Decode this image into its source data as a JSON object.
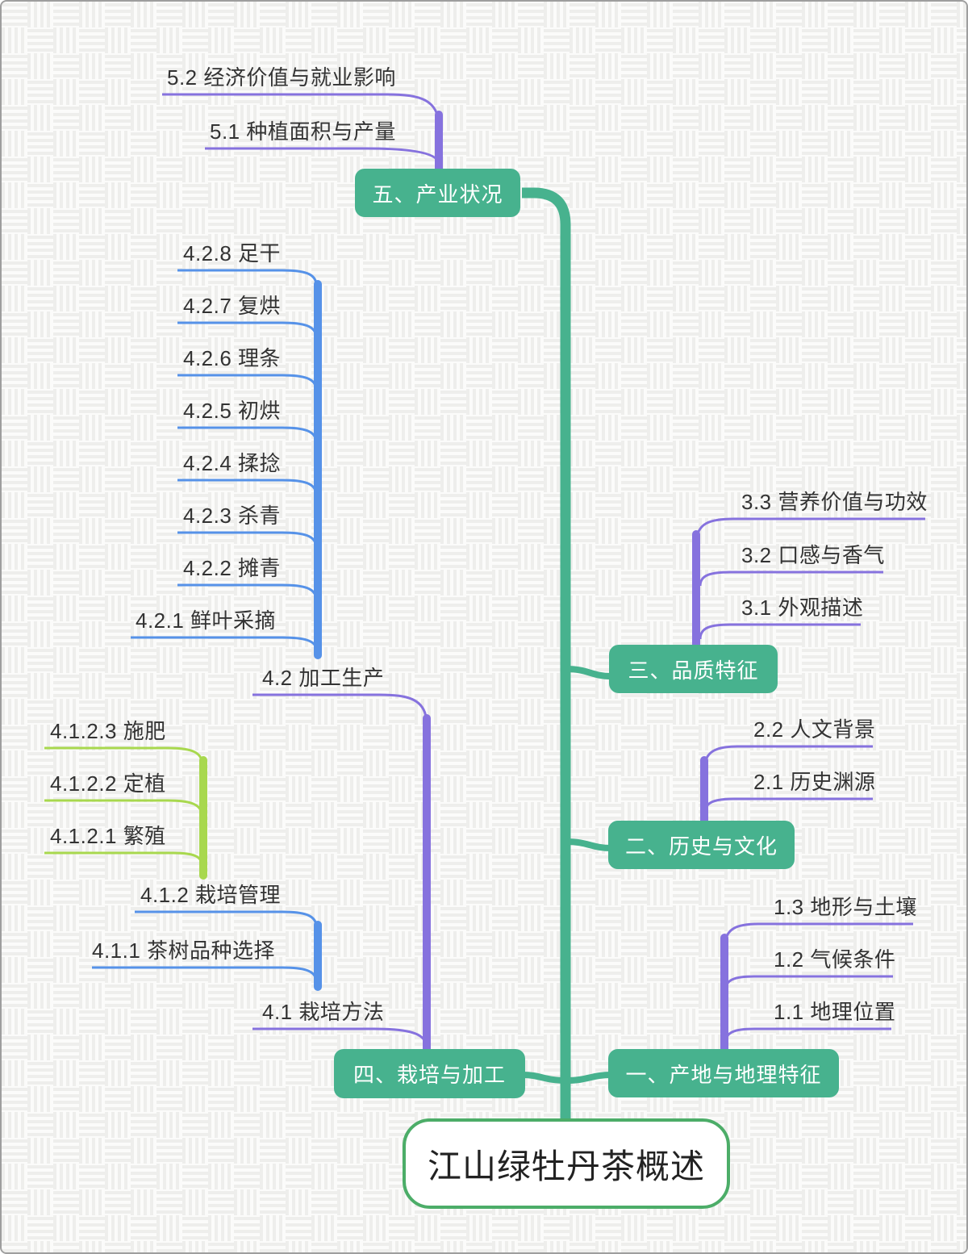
{
  "colors": {
    "node_green": "#47b28e",
    "root_border": "#4cad68",
    "purple": "#8672de",
    "blue": "#5692e8",
    "lime": "#a8d84e",
    "text": "#333333",
    "node_text": "#ffffff",
    "canvas_bg": "#fbfbfa",
    "pattern": "#eeeeec",
    "frame_border": "#9e9e9e"
  },
  "root": {
    "label": "江山绿牡丹茶概述"
  },
  "branches": [
    {
      "label": "五、产业状况",
      "children": [
        {
          "label": "5.2 经济价值与就业影响"
        },
        {
          "label": "5.1 种植面积与产量"
        }
      ]
    },
    {
      "label": "三、品质特征",
      "children": [
        {
          "label": "3.3 营养价值与功效"
        },
        {
          "label": "3.2 口感与香气"
        },
        {
          "label": "3.1 外观描述"
        }
      ]
    },
    {
      "label": "二、历史与文化",
      "children": [
        {
          "label": "2.2 人文背景"
        },
        {
          "label": "2.1 历史渊源"
        }
      ]
    },
    {
      "label": "四、栽培与加工",
      "children": [
        {
          "label": "4.2 加工生产",
          "children": [
            {
              "label": "4.2.8 足干"
            },
            {
              "label": "4.2.7 复烘"
            },
            {
              "label": "4.2.6 理条"
            },
            {
              "label": "4.2.5 初烘"
            },
            {
              "label": "4.2.4 揉捻"
            },
            {
              "label": "4.2.3 杀青"
            },
            {
              "label": "4.2.2 摊青"
            },
            {
              "label": "4.2.1 鲜叶采摘"
            }
          ]
        },
        {
          "label": "4.1 栽培方法",
          "children": [
            {
              "label": "4.1.2 栽培管理",
              "children": [
                {
                  "label": "4.1.2.3 施肥"
                },
                {
                  "label": "4.1.2.2 定植"
                },
                {
                  "label": "4.1.2.1 繁殖"
                }
              ]
            },
            {
              "label": "4.1.1 茶树品种选择"
            }
          ]
        }
      ]
    },
    {
      "label": "一、产地与地理特征",
      "children": [
        {
          "label": "1.3 地形与土壤"
        },
        {
          "label": "1.2 气候条件"
        },
        {
          "label": "1.1 地理位置"
        }
      ]
    }
  ]
}
